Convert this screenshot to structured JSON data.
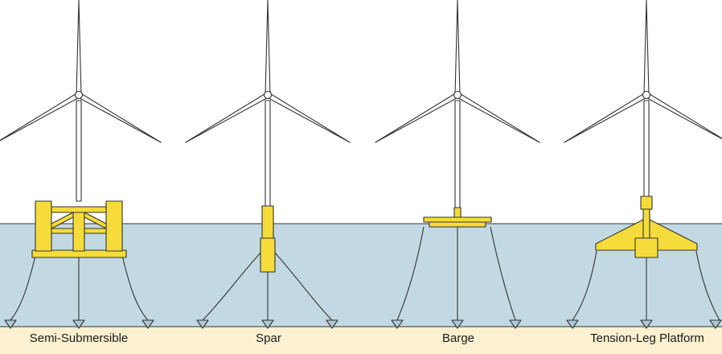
{
  "colors": {
    "sky": "#ffffff",
    "water": "#c2d9e3",
    "seabed": "#fbf0cf",
    "platform": "#f5dc3a",
    "outline": "#333333"
  },
  "platforms": [
    {
      "type": "semi-submersible",
      "label": "Semi-Submersible"
    },
    {
      "type": "spar",
      "label": "Spar"
    },
    {
      "type": "barge",
      "label": "Barge"
    },
    {
      "type": "tension-leg",
      "label": "Tension-Leg Platform"
    }
  ]
}
